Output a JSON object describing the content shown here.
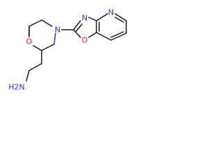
{
  "molecule": {
    "atoms": {
      "morpholine_o": "O",
      "morpholine_n": "N",
      "oxazole_n": "N",
      "oxazole_o": "O",
      "pyridine_n": "N",
      "amine": "H2N"
    },
    "colors": {
      "carbon_bond": "#1a1a1a",
      "nitrogen": "#2f2fe0",
      "oxygen": "#e02020",
      "background": "#ffffff"
    }
  }
}
